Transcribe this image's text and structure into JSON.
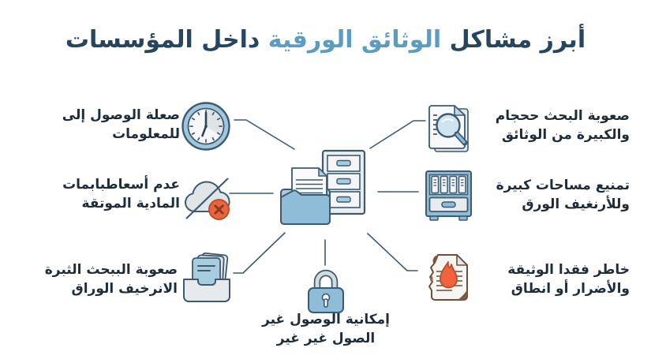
{
  "title": {
    "part1": "أبرز مشاكل",
    "highlight": "الوثائق الورقية",
    "part2": "داخل المؤسسات"
  },
  "items": {
    "top_left": {
      "icon": "clock-icon",
      "line1": "صعلة الوصول إلى",
      "line2": "للمعلومات"
    },
    "mid_left": {
      "icon": "cloud-offline-icon",
      "line1": "عدم أسعاطبابمات",
      "line2": "المادية الموتقة"
    },
    "bottom_left": {
      "icon": "inbox-documents-icon",
      "line1": "صعوبة الببحث الثبرة",
      "line2": "الانرخيف الوراق"
    },
    "top_right": {
      "icon": "document-search-icon",
      "line1": "صعوبة البحث ححجام",
      "line2": "والكبيرة من الوثائق"
    },
    "mid_right": {
      "icon": "archive-cabinet-icon",
      "line1": "تمنيع مساحات كبيرة",
      "line2": "وللأرنغيف الورق"
    },
    "bottom_right": {
      "icon": "burning-document-icon",
      "line1": "خاطر فقدا الوثيقة",
      "line2": "والأضرار أو انطاق"
    },
    "bottom_center": {
      "icon": "padlock-icon",
      "line1": "إمكانية الوصول غير",
      "line2": "الصول غير غير"
    }
  },
  "center_icon": "folder-filing-cabinet-icon",
  "colors": {
    "title_dark": "#27455C",
    "title_accent": "#5B9CC0",
    "body_text": "#1F2D39",
    "connector_line": "#3E5A6E",
    "icon_outline": "#3E5A6E",
    "icon_blue": "#8FBCD6",
    "icon_light_blue": "#BAD7E6",
    "icon_pale": "#E8ECEE",
    "alert_orange": "#E8663F",
    "flame_orange": "#F0633E",
    "burnt_brown": "#7A5A43"
  }
}
